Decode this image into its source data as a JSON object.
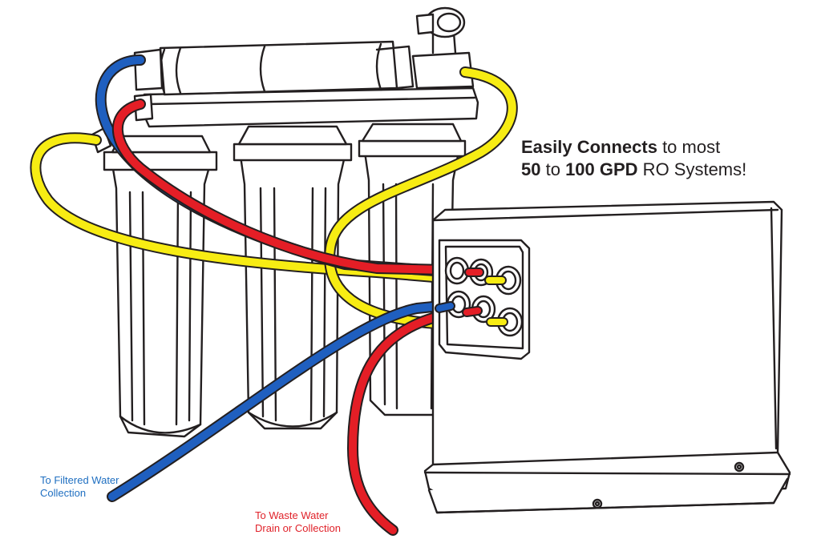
{
  "headline": {
    "line1_bold": "Easily Connects",
    "line1_rest": " to most",
    "line2_bold": "50",
    "line2_mid": " to ",
    "line2_bold2": "100 GPD",
    "line2_rest": " RO Systems!"
  },
  "labels": {
    "filtered_line1": "To Filtered Water",
    "filtered_line2": "Collection",
    "waste_line1": "To Waste Water",
    "waste_line2": "Drain or Collection"
  },
  "colors": {
    "tube_blue": "#1f5fbf",
    "tube_red": "#e41e26",
    "tube_yellow": "#f7ec13",
    "outline": "#231f20",
    "label_blue": "#1f6fc1",
    "label_red": "#e0222a"
  }
}
